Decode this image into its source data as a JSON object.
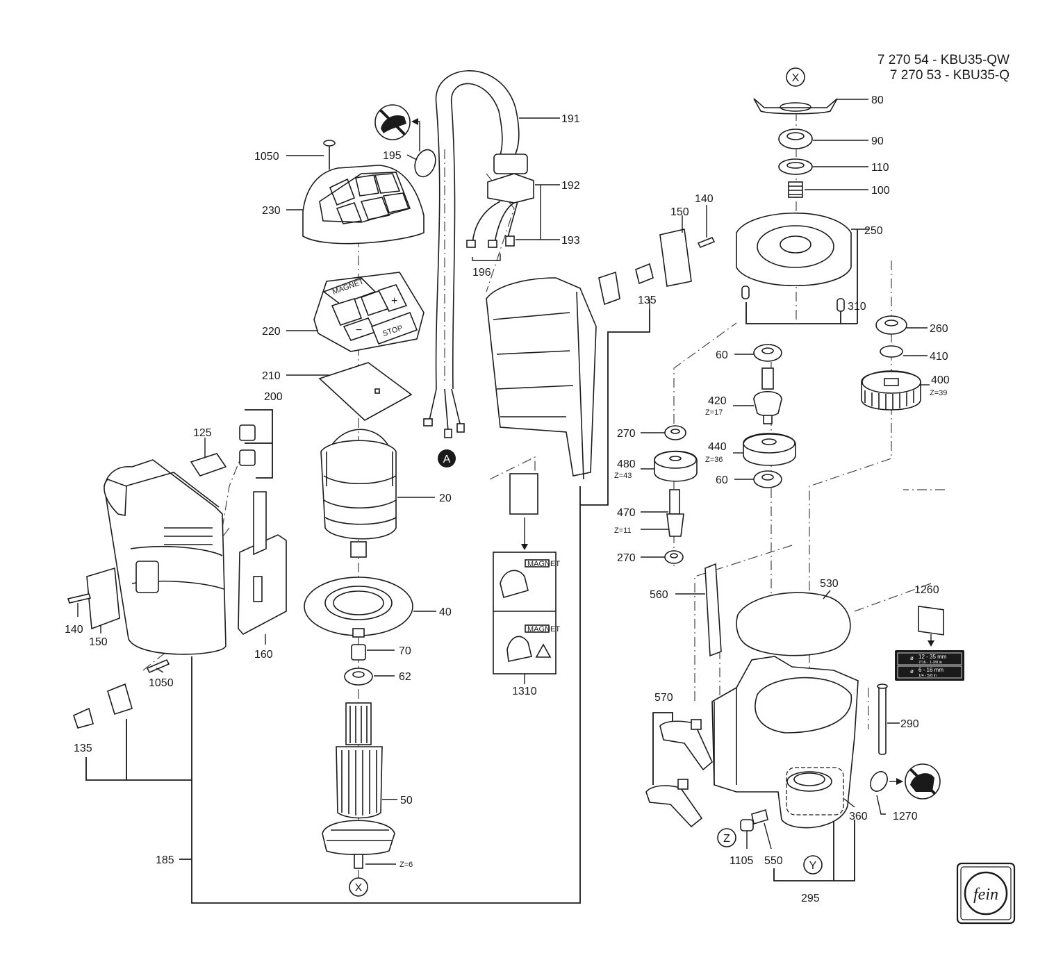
{
  "header": {
    "line1": "7 270 54 - KBU35-QW",
    "line2": "7 270 53 - KBU35-Q"
  },
  "callouts": {
    "c20": "20",
    "c40": "40",
    "c50": "50",
    "c60a": "60",
    "c60b": "60",
    "c62": "62",
    "c70": "70",
    "c80": "80",
    "c90": "90",
    "c100": "100",
    "c110": "110",
    "c125": "125",
    "c135a": "135",
    "c135b": "135",
    "c140a": "140",
    "c140b": "140",
    "c150a": "150",
    "c150b": "150",
    "c160": "160",
    "c185": "185",
    "c191": "191",
    "c192": "192",
    "c193": "193",
    "c195": "195",
    "c196": "196",
    "c200": "200",
    "c210": "210",
    "c220": "220",
    "c230": "230",
    "c250": "250",
    "c260": "260",
    "c270a": "270",
    "c270b": "270",
    "c290": "290",
    "c295": "295",
    "c310": "310",
    "c360": "360",
    "c400": "400",
    "c410": "410",
    "c420": "420",
    "c440": "440",
    "c470": "470",
    "c480": "480",
    "c530": "530",
    "c550": "550",
    "c560": "560",
    "c570": "570",
    "c1050a": "1050",
    "c1050b": "1050",
    "c1105": "1105",
    "c1260": "1260",
    "c1270": "1270",
    "c1310": "1310"
  },
  "teeth": {
    "z400": "Z=39",
    "z420": "Z=17",
    "z440": "Z=36",
    "z480": "Z=43",
    "z470": "Z=11",
    "z50": "Z=6"
  },
  "markers": {
    "x_top": "X",
    "x_bottom": "X",
    "a": "A",
    "y": "Y",
    "z": "Z"
  },
  "keypad": {
    "magnet": "MAGNET",
    "stop": "STOP",
    "plus": "+",
    "minus": "−"
  },
  "label_1310": {
    "magnet_top": "MAGNET",
    "magnet_bottom": "MAGNET"
  },
  "label_1260": {
    "row1_main": "12 - 35 mm",
    "row1_sub": "7/16 - 1-3/8 in",
    "row2_main": "6 - 16 mm",
    "row2_sub": "1/4 - 5/8 in",
    "dia": "ø"
  },
  "logo": {
    "text": "fein"
  }
}
